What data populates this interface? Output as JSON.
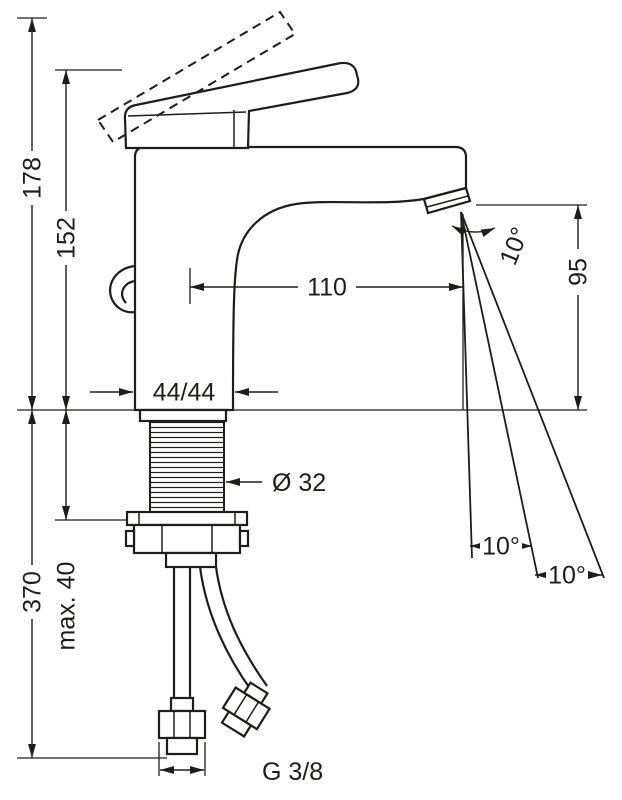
{
  "drawing": {
    "type": "faucet-installation-dimension-drawing",
    "labels": {
      "total_height": "178",
      "height_to_spout_top": "152",
      "spout_reach": "110",
      "outlet_height": "95",
      "outlet_angle": "10°",
      "base_dimension": "44/44",
      "shank_diameter": "Ø 32",
      "hose_length": "370",
      "max_counter_thickness": "max. 40",
      "swivel_angle_left": "10°",
      "swivel_angle_right": "10°",
      "connection_thread": "G 3/8"
    },
    "colors": {
      "line": "#1d1d1b",
      "background": "#ffffff"
    }
  }
}
